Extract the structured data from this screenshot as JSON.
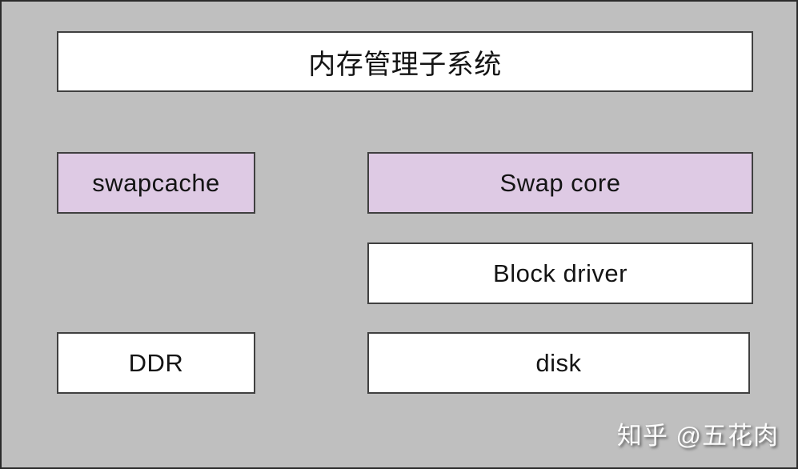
{
  "diagram": {
    "title": "内存管理子系统",
    "boxes": {
      "swapcache": "swapcache",
      "swap_core": "Swap core",
      "block_driver": "Block driver",
      "ddr": "DDR",
      "disk": "disk"
    },
    "colors": {
      "background": "#BFBFBF",
      "outer_border": "#2B2B2B",
      "box_border": "#404040",
      "box_fill": "#FFFFFF",
      "highlight_fill": "#DECAE4",
      "text": "#141414"
    }
  },
  "watermark": {
    "text": "知乎 @五花肉",
    "color": "#FCFCFC"
  }
}
